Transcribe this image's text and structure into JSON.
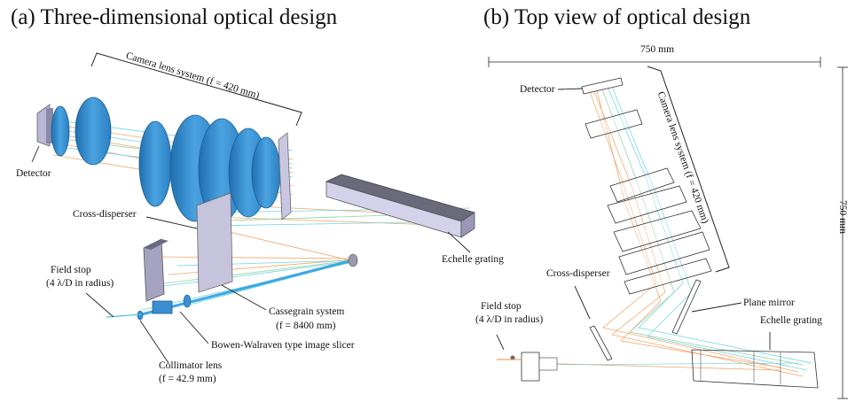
{
  "panel_a": {
    "title": "(a) Three-dimensional optical design",
    "labels": {
      "camera": "Camera lens system (f = 420 mm)",
      "detector": "Detector",
      "cross_disperser": "Cross-disperser",
      "echelle": "Echelle grating",
      "field_stop_1": "Field stop",
      "field_stop_2": "(4 λ/D in radius)",
      "cassegrain_1": "Cassegrain system",
      "cassegrain_2": "(f = 8400 mm)",
      "slicer": "Bowen-Walraven type image slicer",
      "collimator_1": "Collimator lens",
      "collimator_2": "(f = 42.9 mm)"
    }
  },
  "panel_b": {
    "title": "(b) Top view of optical design",
    "labels": {
      "width_dim": "750 mm",
      "height_dim": "750 mm",
      "detector": "Detector",
      "camera": "Camera lens system (f = 420 mm)",
      "cross_disperser": "Cross-disperser",
      "plane_mirror": "Plane mirror",
      "echelle": "Echelle grating",
      "field_stop_1": "Field stop",
      "field_stop_2": "(4 λ/D in radius)"
    }
  },
  "colors": {
    "lens_blue": "#3b8fd0",
    "ray_orange": "#f08a3c",
    "ray_cyan": "#3fc7d8",
    "ray_green": "#6cc48a",
    "grating_lavender": "#cfcfe6"
  }
}
